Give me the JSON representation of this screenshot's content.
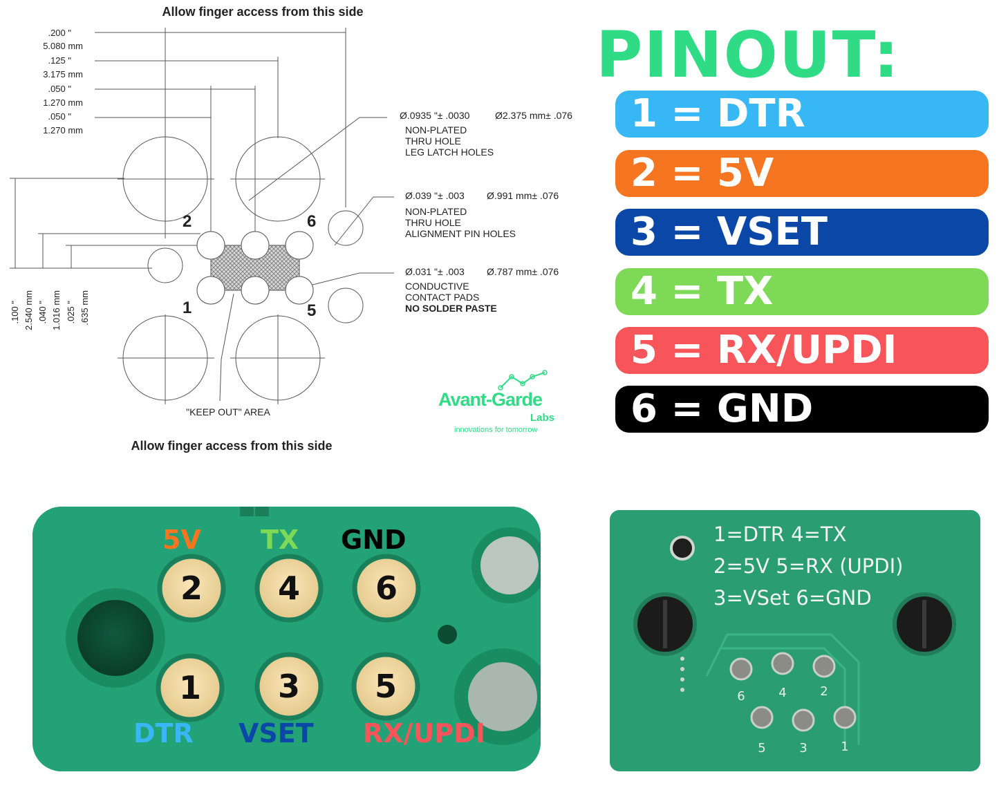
{
  "drawing": {
    "top_caption": "Allow finger access from this side",
    "bottom_caption": "Allow finger access from this side",
    "left_dims": [
      ".200 \"",
      "5.080 mm",
      ".125 \"",
      "3.175 mm",
      ".050 \"",
      "1.270 mm",
      ".050 \"",
      "1.270 mm"
    ],
    "bottom_dims": [
      ".100 \"",
      "2.540 mm",
      ".040 \"",
      "1.016 mm",
      ".025 \"",
      ".635 mm"
    ],
    "notes": [
      {
        "spec_in": "Ø.0935 \"± .0030",
        "spec_mm": "Ø2.375 mm± .076",
        "lines": [
          "NON-PLATED",
          "THRU HOLE",
          "LEG LATCH HOLES"
        ]
      },
      {
        "spec_in": "Ø.039 \"± .003",
        "spec_mm": "Ø.991 mm± .076",
        "lines": [
          "NON-PLATED",
          "THRU HOLE",
          "ALIGNMENT PIN HOLES"
        ]
      },
      {
        "spec_in": "Ø.031 \"± .003",
        "spec_mm": "Ø.787 mm± .076",
        "lines": [
          "CONDUCTIVE",
          "CONTACT PADS",
          "NO SOLDER PASTE"
        ]
      }
    ],
    "keepout_label": "\"KEEP OUT\" AREA",
    "pin_labels": [
      "2",
      "6",
      "1",
      "5"
    ]
  },
  "logo": {
    "name": "Avant-Garde",
    "sub": "Labs",
    "tagline": "innovations for tomorrow",
    "color": "#2fdc85"
  },
  "pinout": {
    "title": "PINOUT:",
    "title_color": "#2fdc85",
    "items": [
      {
        "label": "1 = DTR",
        "color": "#37b8f5"
      },
      {
        "label": "2 = 5V",
        "color": "#f57520"
      },
      {
        "label": "3 = VSET",
        "color": "#0a47a6"
      },
      {
        "label": "4 = TX",
        "color": "#7ed957"
      },
      {
        "label": "5 = RX/UPDI",
        "color": "#f7555a"
      },
      {
        "label": "6 = GND",
        "color": "#000000"
      }
    ]
  },
  "photo_left": {
    "top_labels": [
      {
        "text": "5V",
        "color": "#f57520"
      },
      {
        "text": "TX",
        "color": "#7ed957"
      },
      {
        "text": "GND",
        "color": "#000000"
      }
    ],
    "bottom_labels": [
      {
        "text": "DTR",
        "color": "#37b8f5"
      },
      {
        "text": "VSET",
        "color": "#0a47a6"
      },
      {
        "text": "RX/UPDI",
        "color": "#f7555a"
      }
    ],
    "pads_top": [
      "2",
      "4",
      "6"
    ],
    "pads_bottom": [
      "1",
      "3",
      "5"
    ]
  },
  "photo_right": {
    "silk_lines": [
      "1=DTR  4=TX",
      "2=5V   5=RX (UPDI)",
      "3=VSet 6=GND"
    ],
    "pads_top": [
      "6",
      "4",
      "2"
    ],
    "pads_bottom": [
      "5",
      "3",
      "1"
    ]
  }
}
